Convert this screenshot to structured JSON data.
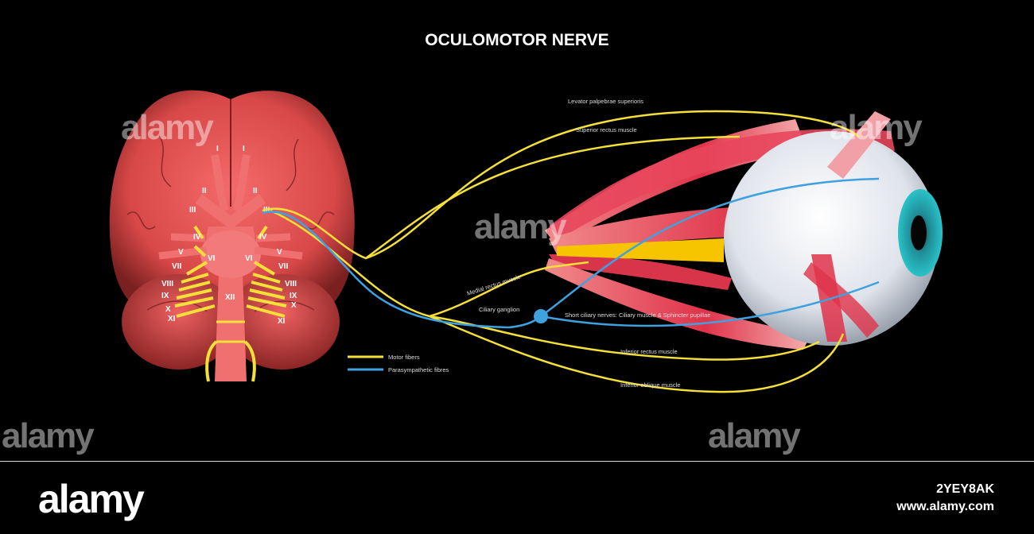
{
  "title": "OCULOMOTOR NERVE",
  "cranial_nerves": {
    "i": "I",
    "ii": "II",
    "iii": "III",
    "iv": "IV",
    "v": "V",
    "vi": "VI",
    "vii": "VII",
    "viii": "VIII",
    "ix": "IX",
    "x": "X",
    "xi": "XI",
    "xii": "XII"
  },
  "labels": {
    "levator": "Levator palpebrae superioris",
    "superior_rectus": "Superior rectus muscle",
    "medial_rectus": "Medial rectus muscle",
    "ciliary_ganglion": "Ciliary ganglion",
    "short_ciliary": "Short ciliary nerves: Ciliary muscle & Sphincter pupillae",
    "inferior_rectus": "Inferior rectus muscle",
    "inferior_oblique": "Inferior oblique muscle"
  },
  "legend": {
    "motor": "Motor fibers",
    "parasympathetic": "Parasympathetic fibres",
    "motor_color": "#f5e03a",
    "parasympathetic_color": "#3ea1e0"
  },
  "watermark": {
    "text": "alamy",
    "id": "2YEY8AK",
    "url": "www.alamy.com"
  }
}
